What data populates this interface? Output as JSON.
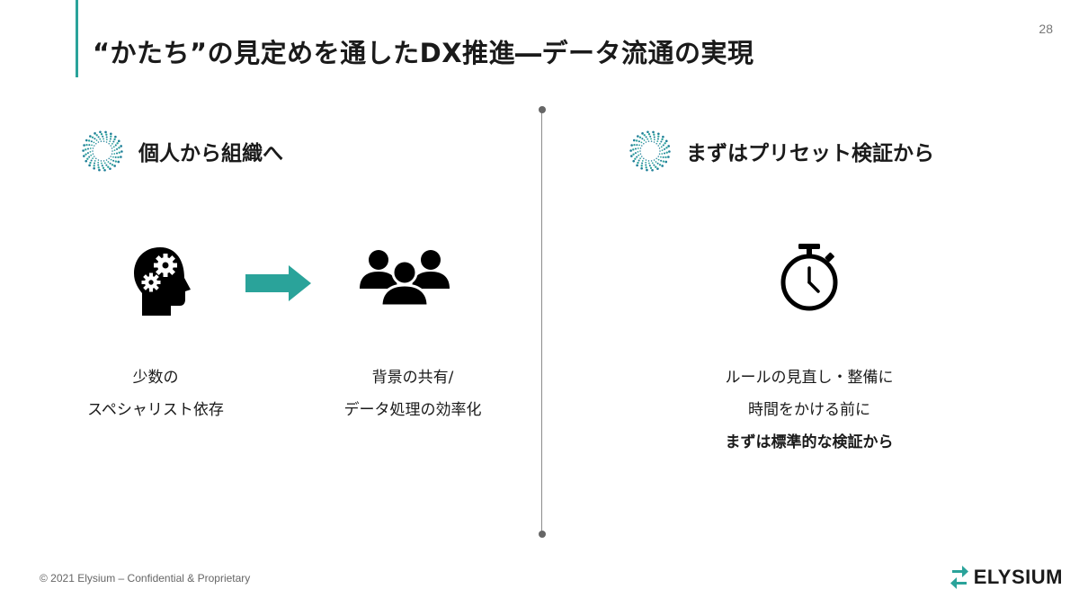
{
  "slide": {
    "title": "“かたち”の見定めを通したDX推進―データ流通の実現",
    "page_number": "28"
  },
  "left": {
    "heading": "個人から組織へ",
    "from_caption": [
      "少数の",
      "スペシャリスト依存"
    ],
    "to_caption": [
      "背景の共有/",
      "データ処理の効率化"
    ]
  },
  "right": {
    "heading": "まずはプリセット検証から",
    "caption": [
      "ルールの見直し・整備に",
      "時間をかける前に",
      "まずは標準的な検証から"
    ]
  },
  "footer": {
    "copyright": "© 2021 Elysium – Confidential & Proprietary",
    "logo_text": "ELYSIUM"
  },
  "colors": {
    "accent": "#2aa39a",
    "text": "#1a1a1a",
    "divider": "#8c8c8c"
  },
  "icons": [
    "spiral-dots-icon",
    "head-gears-icon",
    "right-arrow-icon",
    "group-people-icon",
    "stopwatch-icon",
    "elysium-logo-icon"
  ]
}
